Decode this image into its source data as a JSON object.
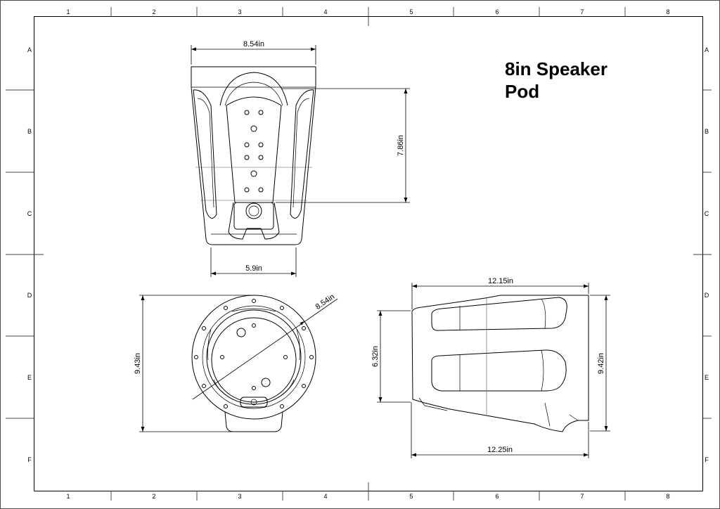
{
  "drawing": {
    "title_line1": "8in Speaker",
    "title_line2": "Pod"
  },
  "border": {
    "columns": [
      "1",
      "2",
      "3",
      "4",
      "5",
      "6",
      "7",
      "8"
    ],
    "rows": [
      "A",
      "B",
      "C",
      "D",
      "E",
      "F"
    ]
  },
  "dimensions": {
    "front_top_width": "8.54in",
    "front_height": "7.86in",
    "front_bottom_width": "5.9in",
    "bottom_diameter": "8.54in",
    "bottom_height": "9.43in",
    "side_top_length": "12.15in",
    "side_bottom_length": "12.25in",
    "side_left_height": "6.32in",
    "side_right_height": "9.42in"
  }
}
